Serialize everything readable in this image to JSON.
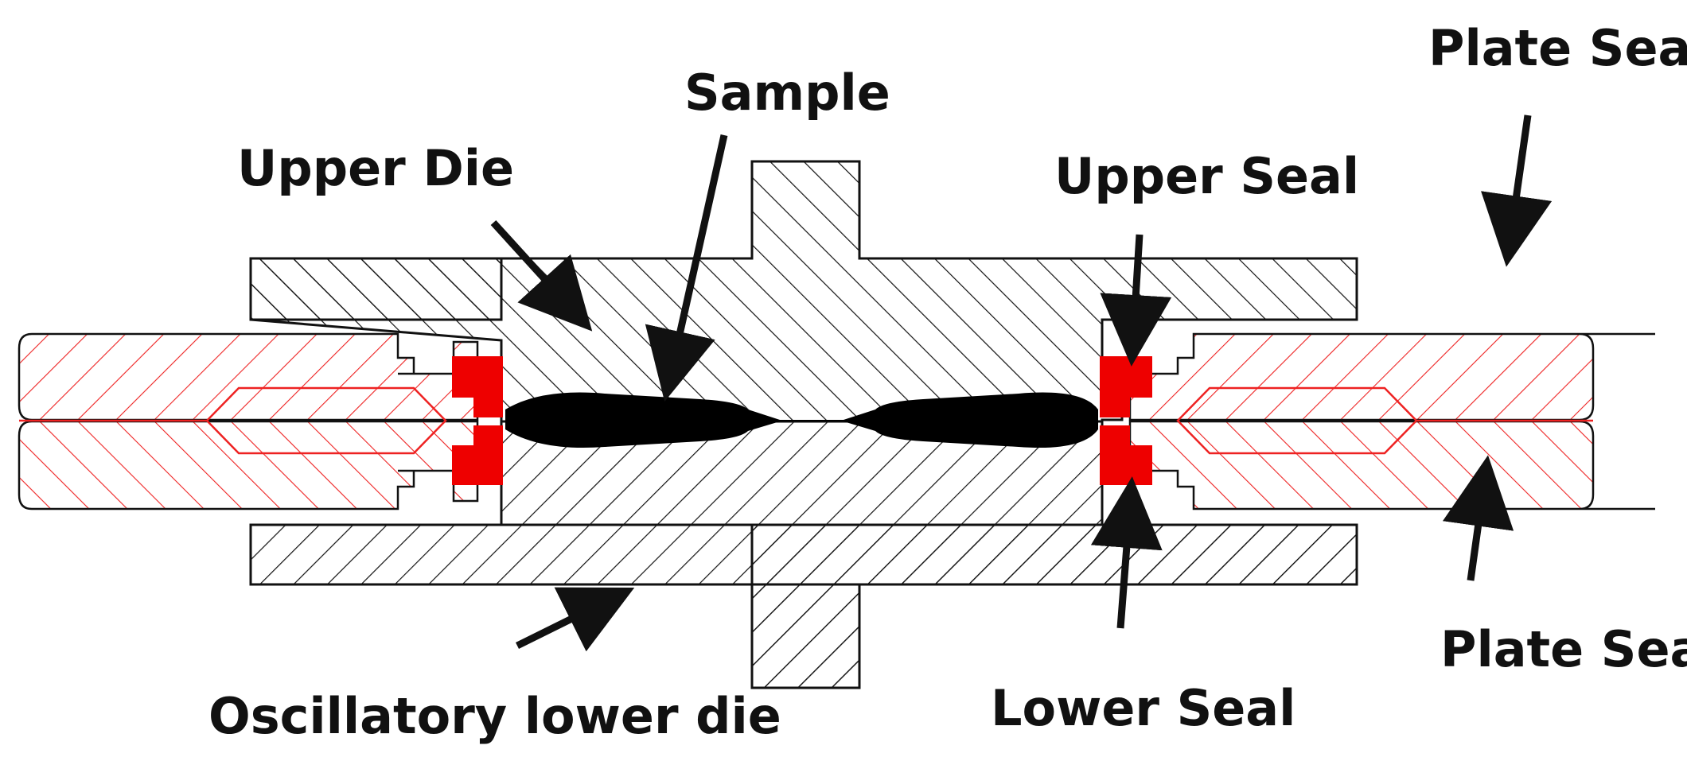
{
  "labels": {
    "plate_seal_top": "Plate Seal",
    "sample": "Sample",
    "upper_die": "Upper Die",
    "upper_seal": "Upper Seal",
    "plate_seal_bottom": "Plate Seal",
    "oscillatory_lower_die": "Oscillatory lower die",
    "lower_seal": "Lower Seal"
  },
  "colors": {
    "die_outline": "#111111",
    "seal_red": "#ee0000",
    "plate_hatch": "#ee2222",
    "sample": "#000000",
    "arrow": "#111111",
    "background": "#ffffff"
  }
}
